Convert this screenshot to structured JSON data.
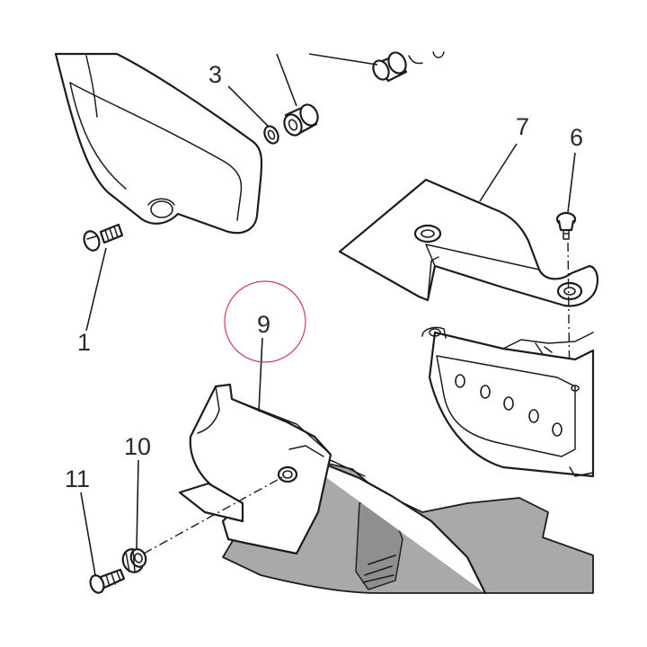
{
  "diagram": {
    "callouts": [
      {
        "id": "1",
        "label": "1"
      },
      {
        "id": "3",
        "label": "3"
      },
      {
        "id": "6",
        "label": "6"
      },
      {
        "id": "7",
        "label": "7"
      },
      {
        "id": "9",
        "label": "9"
      },
      {
        "id": "10",
        "label": "10"
      },
      {
        "id": "11",
        "label": "11"
      }
    ],
    "highlighted_callout": "9",
    "colors": {
      "ink": "#1c1c1c",
      "part_fill": "#ffffff",
      "shaded_part": "#a9a9a9",
      "highlight_ring": "#c83c50"
    }
  }
}
